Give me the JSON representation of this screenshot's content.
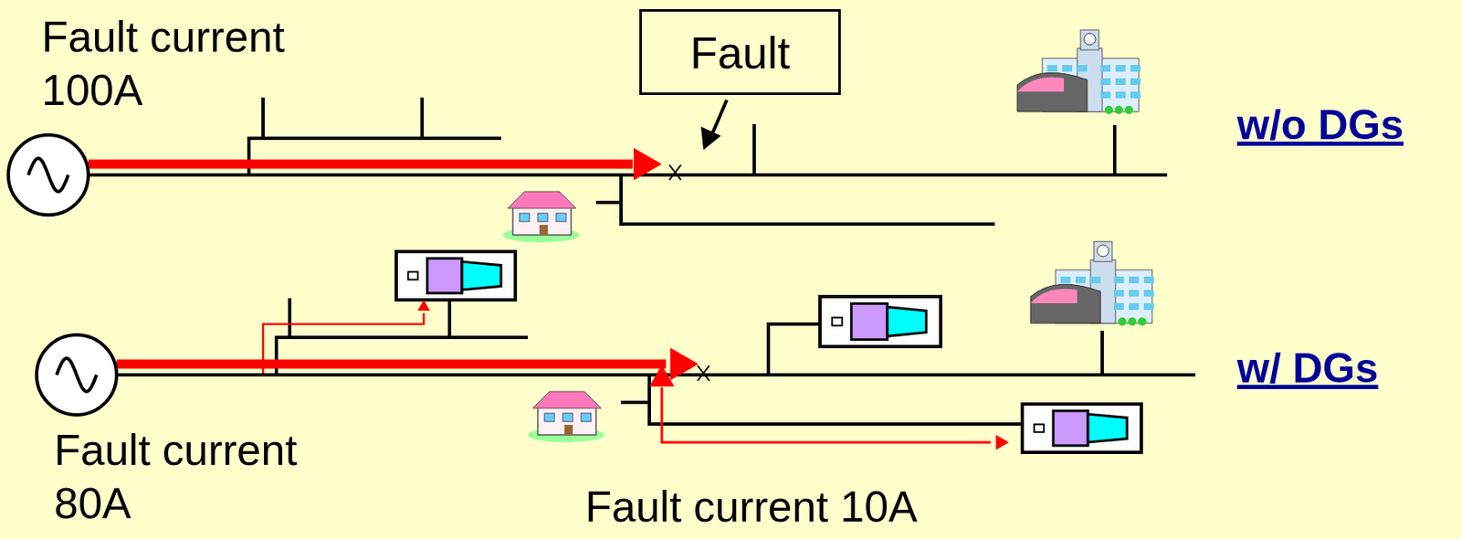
{
  "diagram": {
    "nodes": [
      {
        "text": [
          "Fault"
        ]
      }
    ],
    "labels": [
      "Fault current 100A",
      "w/o DGs",
      "w/ DGs",
      "Fault current 80A",
      "Fault current 10A"
    ]
  }
}
